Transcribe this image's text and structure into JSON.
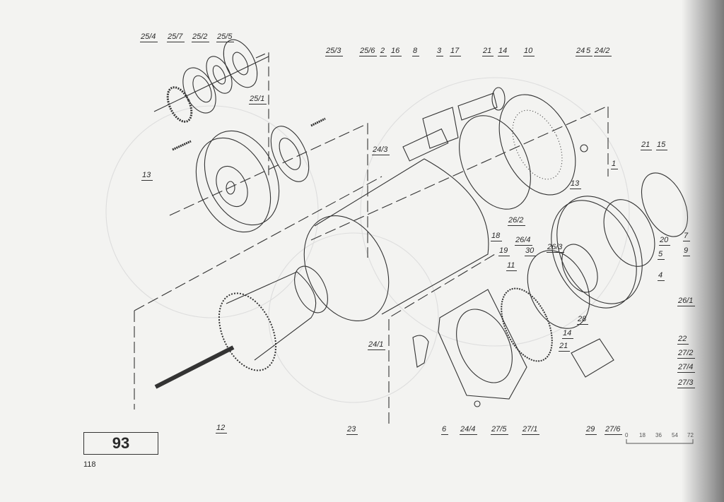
{
  "labels": [
    "25/4",
    "25/7",
    "25/2",
    "25/5",
    "25/3",
    "25/6",
    "2",
    "16",
    "8",
    "3",
    "17",
    "21",
    "14",
    "10",
    "24",
    "5",
    "24/2",
    "25/1",
    "13",
    "24/3",
    "13",
    "1",
    "21",
    "15",
    "26/2",
    "26/3",
    "18",
    "19",
    "26/4",
    "30",
    "11",
    "20",
    "7",
    "5",
    "9",
    "4",
    "26/1",
    "28",
    "22",
    "14",
    "21",
    "27/2",
    "27/4",
    "27/3",
    "24/1",
    "23",
    "12",
    "6",
    "24/4",
    "27/5",
    "27/1",
    "29",
    "27/6"
  ],
  "figure_number": "93",
  "page_number": "118",
  "scale": [
    "0",
    "18",
    "36",
    "54",
    "72"
  ]
}
